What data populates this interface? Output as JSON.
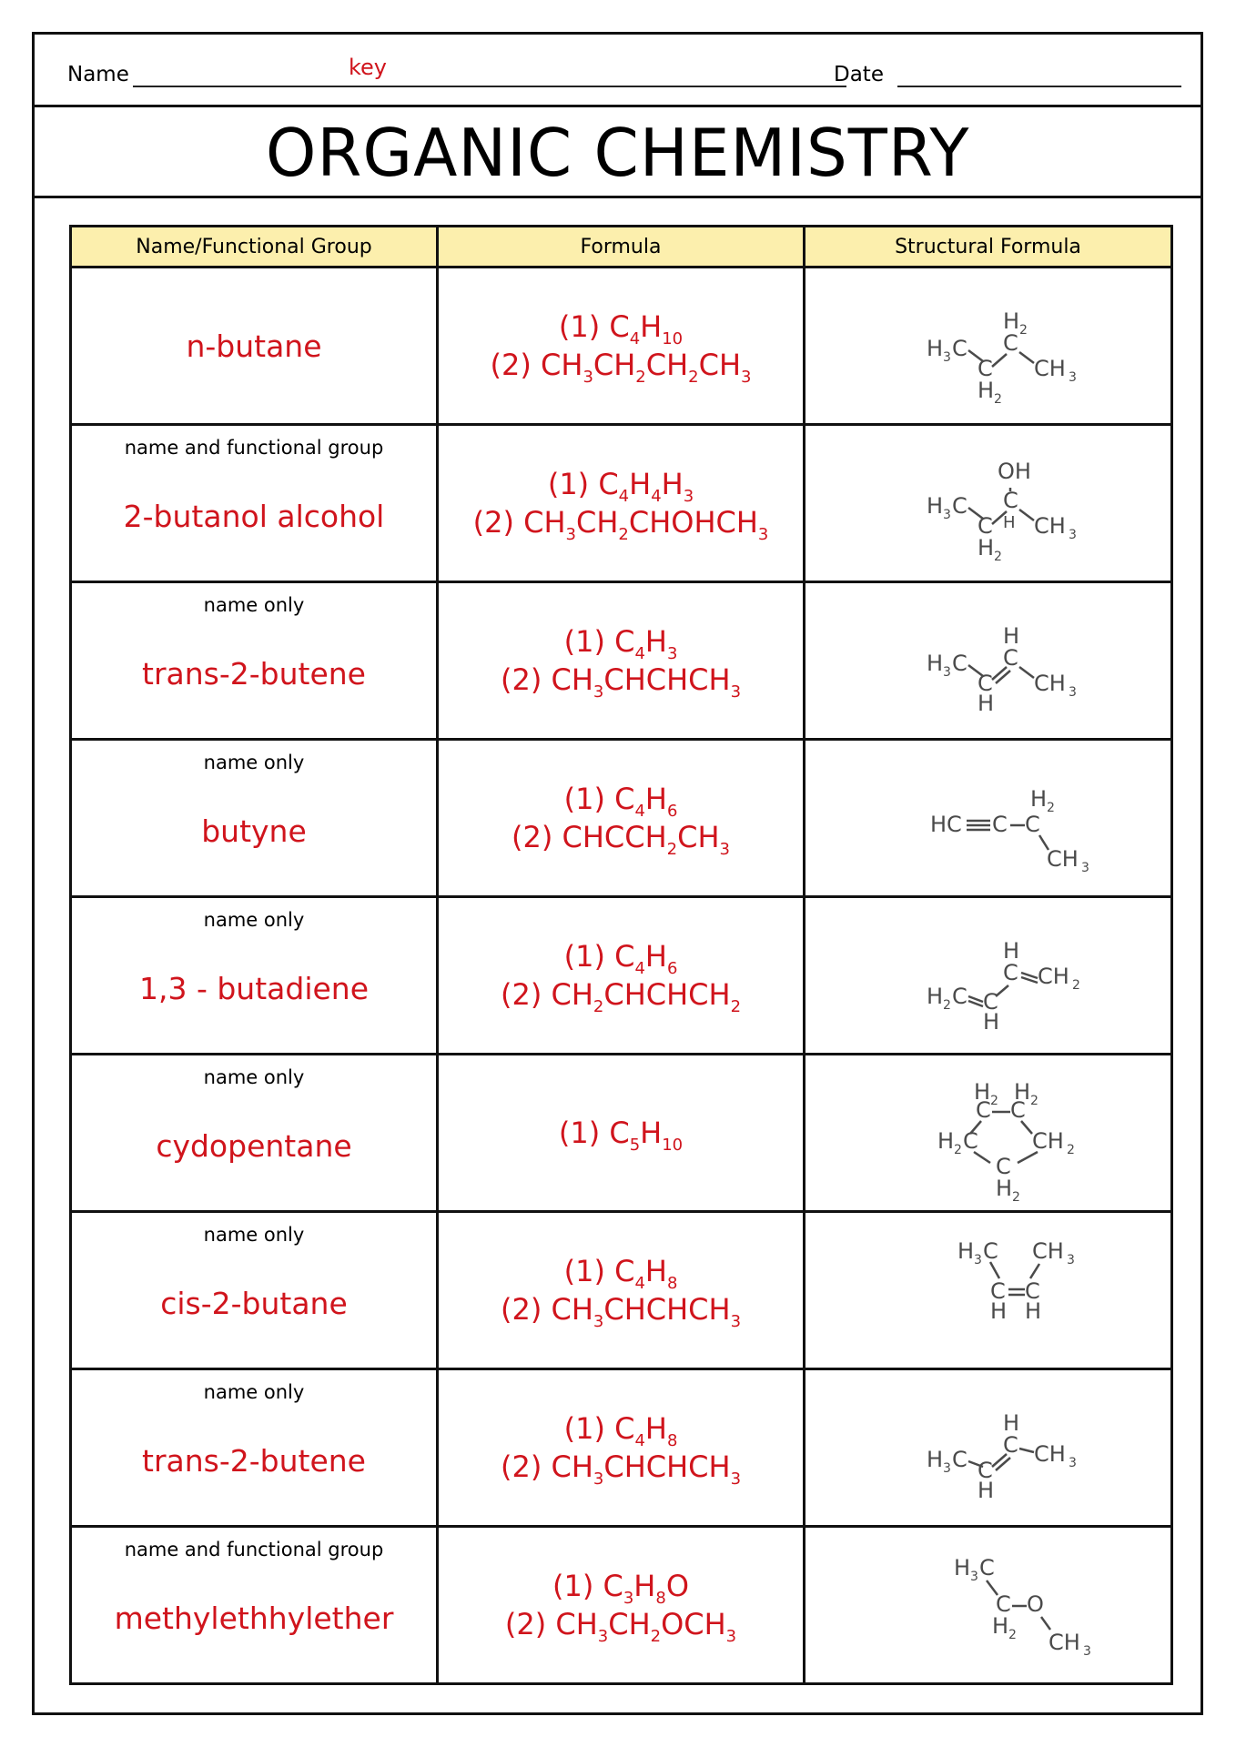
{
  "header": {
    "name_label": "Name",
    "name_value": "key",
    "date_label": "Date"
  },
  "title": "ORGANIC CHEMISTRY",
  "table": {
    "headers": [
      "Name/Functional Group",
      "Formula",
      "Structural Formula"
    ],
    "rows": [
      {
        "note": "",
        "answer": "n-butane",
        "f1": {
          "prefix": "(1) ",
          "parts": [
            [
              "C",
              ""
            ],
            [
              "",
              "4"
            ],
            [
              "H",
              ""
            ],
            [
              "",
              "10"
            ]
          ]
        },
        "f2": {
          "prefix": "(2) ",
          "parts": [
            [
              "CH",
              ""
            ],
            [
              "",
              "3"
            ],
            [
              "CH",
              ""
            ],
            [
              "",
              "2"
            ],
            [
              "CH",
              ""
            ],
            [
              "",
              "2"
            ],
            [
              "CH",
              ""
            ],
            [
              "",
              "3"
            ]
          ]
        },
        "structure": "n-butane-structure"
      },
      {
        "note": "name and functional group",
        "answer": "2-butanol alcohol",
        "f1": {
          "prefix": "(1) ",
          "parts": [
            [
              "C",
              ""
            ],
            [
              "",
              "4"
            ],
            [
              "H",
              ""
            ],
            [
              "",
              "4"
            ],
            [
              "H",
              ""
            ],
            [
              "",
              "3"
            ]
          ]
        },
        "f2": {
          "prefix": "(2) ",
          "parts": [
            [
              "CH",
              ""
            ],
            [
              "",
              "3"
            ],
            [
              "CH",
              ""
            ],
            [
              "",
              "2"
            ],
            [
              "CHOHCH",
              ""
            ],
            [
              "",
              "3"
            ]
          ]
        },
        "structure": "2-butanol-structure"
      },
      {
        "note": "name only",
        "answer": "trans-2-butene",
        "f1": {
          "prefix": "(1) ",
          "parts": [
            [
              "C",
              ""
            ],
            [
              "",
              "4"
            ],
            [
              "H",
              ""
            ],
            [
              "",
              "3"
            ]
          ]
        },
        "f2": {
          "prefix": "(2) ",
          "parts": [
            [
              "CH",
              ""
            ],
            [
              "",
              "3"
            ],
            [
              "CHCHCH",
              ""
            ],
            [
              "",
              "3"
            ]
          ]
        },
        "structure": "trans-2-butene-structure"
      },
      {
        "note": "name only",
        "answer": "butyne",
        "f1": {
          "prefix": "(1) ",
          "parts": [
            [
              "C",
              ""
            ],
            [
              "",
              "4"
            ],
            [
              "H",
              ""
            ],
            [
              "",
              "6"
            ]
          ]
        },
        "f2": {
          "prefix": "(2) ",
          "parts": [
            [
              "CHCCH",
              ""
            ],
            [
              "",
              "2"
            ],
            [
              "CH",
              ""
            ],
            [
              "",
              "3"
            ]
          ]
        },
        "structure": "butyne-structure"
      },
      {
        "note": "name only",
        "answer": "1,3 - butadiene",
        "f1": {
          "prefix": "(1) ",
          "parts": [
            [
              "C",
              ""
            ],
            [
              "",
              "4"
            ],
            [
              "H",
              ""
            ],
            [
              "",
              "6"
            ]
          ]
        },
        "f2": {
          "prefix": "(2) ",
          "parts": [
            [
              "CH",
              ""
            ],
            [
              "",
              "2"
            ],
            [
              "CHCHCH",
              ""
            ],
            [
              "",
              "2"
            ]
          ]
        },
        "structure": "butadiene-structure"
      },
      {
        "note": "name only",
        "answer": "cydopentane",
        "f1": {
          "prefix": "(1) ",
          "parts": [
            [
              "C",
              ""
            ],
            [
              "",
              "5"
            ],
            [
              "H",
              ""
            ],
            [
              "",
              "10"
            ]
          ]
        },
        "f2": null,
        "structure": "cyclopentane-structure"
      },
      {
        "note": "name only",
        "answer": "cis-2-butane",
        "f1": {
          "prefix": "(1) ",
          "parts": [
            [
              "C",
              ""
            ],
            [
              "",
              "4"
            ],
            [
              "H",
              ""
            ],
            [
              "",
              "8"
            ]
          ]
        },
        "f2": {
          "prefix": "(2) ",
          "parts": [
            [
              "CH",
              ""
            ],
            [
              "",
              "3"
            ],
            [
              "CHCHCH",
              ""
            ],
            [
              "",
              "3"
            ]
          ]
        },
        "structure": "cis-2-butene-structure"
      },
      {
        "note": "name only",
        "answer": "trans-2-butene",
        "f1": {
          "prefix": "(1) ",
          "parts": [
            [
              "C",
              ""
            ],
            [
              "",
              "4"
            ],
            [
              "H",
              ""
            ],
            [
              "",
              "8"
            ]
          ]
        },
        "f2": {
          "prefix": "(2) ",
          "parts": [
            [
              "CH",
              ""
            ],
            [
              "",
              "3"
            ],
            [
              "CHCHCH",
              ""
            ],
            [
              "",
              "3"
            ]
          ]
        },
        "structure": "trans-2-butene-structure-b"
      },
      {
        "note": "name and functional group",
        "answer": "methylethhylether",
        "f1": {
          "prefix": "(1) ",
          "parts": [
            [
              "C",
              ""
            ],
            [
              "",
              "3"
            ],
            [
              "H",
              ""
            ],
            [
              "",
              "8"
            ],
            [
              "O",
              ""
            ]
          ]
        },
        "f2": {
          "prefix": "(2) ",
          "parts": [
            [
              "CH",
              ""
            ],
            [
              "",
              "3"
            ],
            [
              "CH",
              ""
            ],
            [
              "",
              "2"
            ],
            [
              "OCH",
              ""
            ],
            [
              "",
              "3"
            ]
          ]
        },
        "structure": "methyl-ethyl-ether-structure"
      }
    ]
  },
  "colors": {
    "answer": "#d0141c",
    "header_fill": "#fcefad",
    "border": "#111111"
  }
}
